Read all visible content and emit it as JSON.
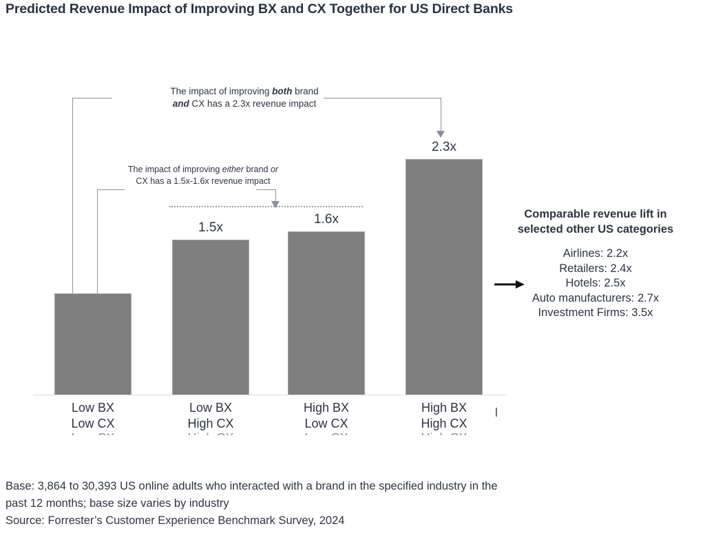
{
  "title": "Predicted Revenue Impact of Improving BX and CX Together for US Direct Banks",
  "chart_data": {
    "type": "bar",
    "title": "Predicted Revenue Impact of Improving BX and CX Together for US Direct Banks",
    "xlabel": "",
    "ylabel": "",
    "categories": [
      "Low BX\nLow CX",
      "Low BX\nHigh CX",
      "High BX\nLow CX",
      "High BX\nHigh CX"
    ],
    "category_lines": [
      [
        "Low BX",
        "Low CX"
      ],
      [
        "Low BX",
        "High CX"
      ],
      [
        "High BX",
        "Low CX"
      ],
      [
        "High BX",
        "High CX"
      ]
    ],
    "values": [
      1.0,
      1.5,
      1.6,
      2.3
    ],
    "value_labels": [
      "",
      "1.5x",
      "1.6x",
      "2.3x"
    ],
    "bar_color": "#7f7f7f",
    "grid": false,
    "legend": null,
    "ylim": [
      0,
      2.55
    ],
    "reference_line": {
      "style": "dotted",
      "label": "1.5x-1.6x band",
      "color": "#9a9ea8"
    }
  },
  "annotations": {
    "both": {
      "line1_pre": "The impact of improving ",
      "line1_bold": "both",
      "line1_post": " brand",
      "line2_bold": "and",
      "line2_post": " CX has a 2.3x revenue impact",
      "plain_text": "The impact of improving both brand and CX has a 2.3x revenue impact"
    },
    "either": {
      "line1_pre": "The impact of improving ",
      "line1_italic1": "either",
      "line1_mid": " brand ",
      "line1_italic2": "or",
      "line2": "CX has a 1.5x-1.6x revenue impact",
      "plain_text": "The impact of improving either brand or CX has a 1.5x-1.6x revenue impact"
    }
  },
  "callout": {
    "heading": "Comparable revenue lift in\nselected other US categories",
    "items": [
      "Airlines: 2.2x",
      "Retailers: 2.4x",
      "Hotels: 2.5x",
      "Auto manufacturers: 2.7x",
      "Investment Firms: 3.5x"
    ]
  },
  "footer": {
    "line1": "Base: 3,864 to 30,393 US online adults who interacted with a brand in the specified industry in the",
    "line2": "past 12 months; base size varies by industry",
    "line3": "Source: Forrester’s Customer Experience Benchmark Survey, 2024"
  }
}
